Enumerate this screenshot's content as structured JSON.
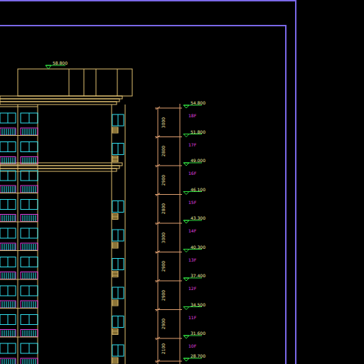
{
  "diagram": {
    "labels": [
      "58.800",
      "54.800",
      "51.800",
      "49.000",
      "46.100",
      "43.300",
      "40.300",
      "37.400",
      "34.500",
      "31.600",
      "28.700",
      "18F",
      "17F",
      "16F",
      "15F",
      "14F",
      "13F",
      "12F",
      "11F",
      "10F",
      "3000",
      "2800",
      "2900",
      "2800",
      "3000",
      "2900",
      "2900",
      "2900",
      "2100"
    ]
  }
}
